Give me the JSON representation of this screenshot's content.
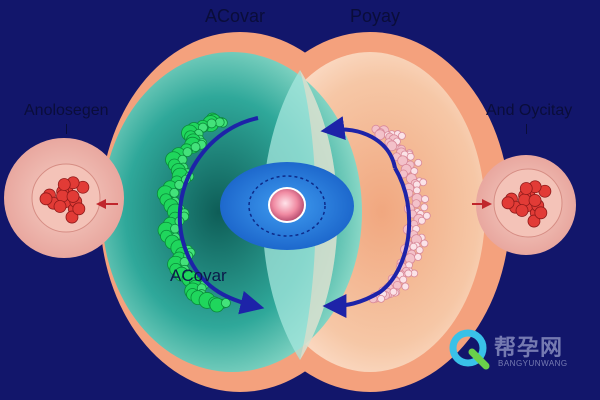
{
  "labels": {
    "left_top": "ACovar",
    "right_top": "Poyay",
    "center": "ACovar",
    "side_left": "Anolosegen",
    "side_right": "And Oycitay"
  },
  "watermark": {
    "text": "帮孕网",
    "sub": "BANGYUNWANG"
  },
  "colors": {
    "background": "#12166b",
    "outer_ring": "#f4a17d",
    "left_teal": "#2fa89a",
    "right_peach": "#f6c7a6",
    "center_oval": "#1e7fd9",
    "cell_green": "#1fd65c",
    "cell_pink": "#f3c1c9",
    "arrow_blue": "#1d23a8",
    "side_cell": "#f0b9ae",
    "side_dots": "#e23b36"
  }
}
